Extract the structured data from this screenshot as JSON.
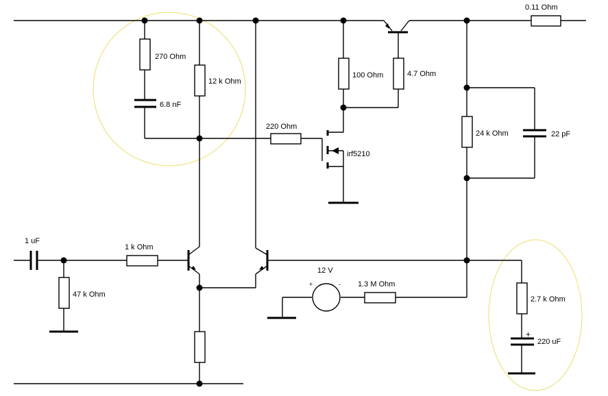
{
  "colors": {
    "wire": "#000000",
    "highlight": "#f0e48a",
    "background": "#ffffff"
  },
  "labels": {
    "r270": "270  Ohm",
    "c68": "6.8 nF",
    "r12k": "12 k Ohm",
    "r220": "220  Ohm",
    "r100": "100  Ohm",
    "r47": "4.7  Ohm",
    "mosfet": "irf5210",
    "r011": "0.11  Ohm",
    "r24k": "24 k Ohm",
    "c22p": "22 pF",
    "c1u": "1 uF",
    "r1k": "1 k Ohm",
    "r47k": "47 k Ohm",
    "v12": "12 V",
    "plus": "+",
    "minus": "-",
    "r13m": "1.3 M Ohm",
    "r27k": "2.7 k Ohm",
    "cplus": "+",
    "c220u": "220 uF"
  }
}
